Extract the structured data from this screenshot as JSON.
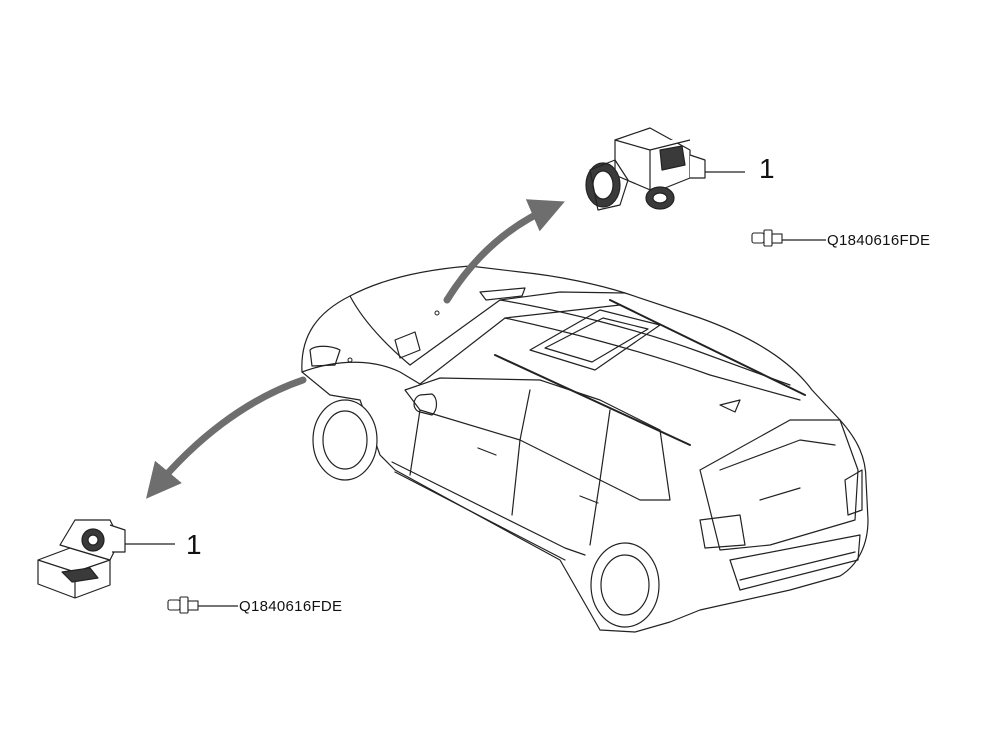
{
  "callouts": {
    "upper_sensor_number": "1",
    "lower_sensor_number": "1"
  },
  "parts": {
    "upper_bolt_code": "Q1840616FDE",
    "lower_bolt_code": "Q1840616FDE"
  },
  "colors": {
    "line": "#222222",
    "arrow": "#6e6e6e",
    "sensor_shade": "#3a3a3a"
  }
}
